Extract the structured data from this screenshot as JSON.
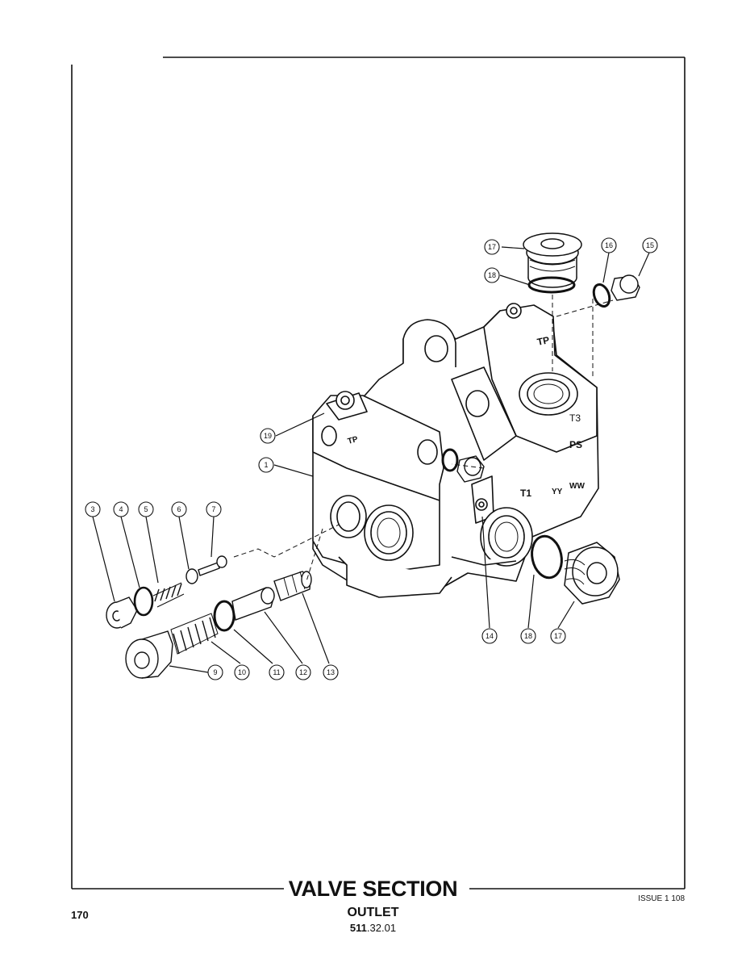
{
  "header": {
    "page_number": "170",
    "issue": "ISSUE 1 108"
  },
  "title": {
    "main": "VALVE SECTION",
    "sub": "OUTLET",
    "ref_bold": "511",
    "ref_rest": ".32.01"
  },
  "illustration": {
    "block_markings": [
      "TP",
      "T3",
      "PS",
      "TP",
      "T1",
      "YY",
      "WW"
    ],
    "callouts": [
      "1",
      "3",
      "4",
      "5",
      "6",
      "7",
      "9",
      "10",
      "11",
      "12",
      "13",
      "14",
      "15",
      "16",
      "17",
      "17",
      "18",
      "18",
      "19"
    ]
  }
}
